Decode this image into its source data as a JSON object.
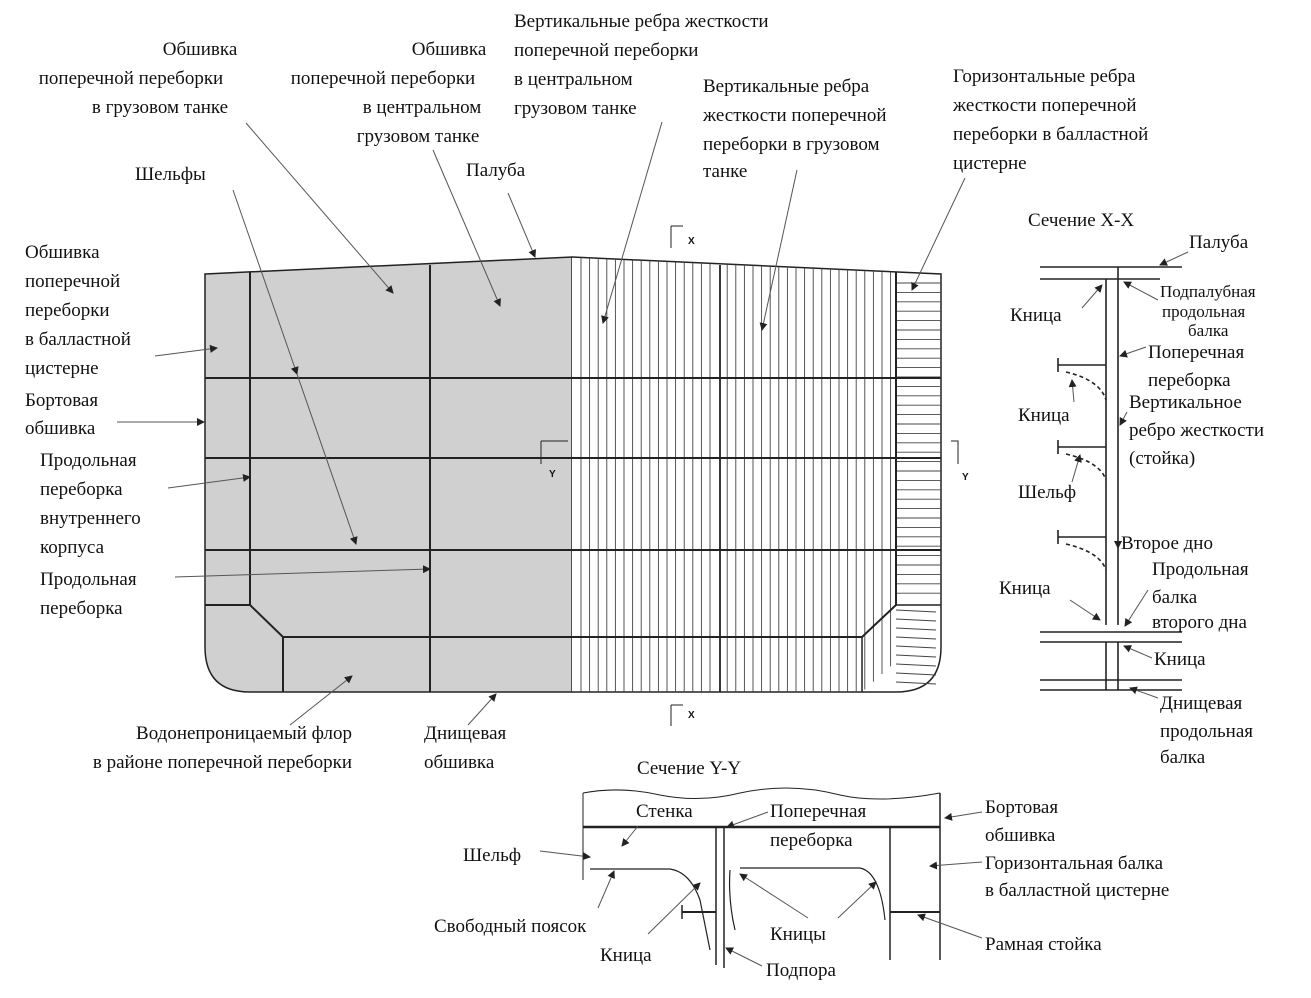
{
  "main_view": {
    "labels": {
      "plating_cargo_tank": [
        "Обшивка",
        "поперечной переборки",
        "в грузовом танке"
      ],
      "plating_center_tank": [
        "Обшивка",
        "поперечной переборки",
        "в центральном",
        "грузовом танке"
      ],
      "vert_stiff_center": [
        "Вертикальные ребра жесткости",
        "поперечной переборки",
        "в центральном",
        "грузовом танке"
      ],
      "vert_stiff_cargo": [
        "Вертикальные ребра",
        "жесткости поперечной",
        "переборки в грузовом",
        "танке"
      ],
      "horiz_stiff_ballast": [
        "Горизонтальные ребра",
        "жесткости поперечной",
        "переборки в балластной",
        "цистерне"
      ],
      "shelves": [
        "Шельфы"
      ],
      "deck": [
        "Палуба"
      ],
      "plating_ballast": [
        "Обшивка",
        "поперечной",
        "переборки",
        "в балластной",
        "цистерне"
      ],
      "side_shell": [
        "Бортовая",
        "обшивка"
      ],
      "inner_long_bhd": [
        "Продольная",
        "переборка",
        "внутреннего",
        "корпуса"
      ],
      "long_bhd": [
        "Продольная",
        "переборка"
      ],
      "floor": [
        "Водонепроницаемый флор",
        "в районе поперечной переборки"
      ],
      "bottom_shell": [
        "Днищевая",
        "обшивка"
      ]
    },
    "section_marks": {
      "x": "X",
      "y": "Y"
    }
  },
  "section_xx": {
    "title": "Сечение X-X",
    "labels": {
      "deck": [
        "Палуба"
      ],
      "bracket_1": [
        "Кница"
      ],
      "deck_long": [
        "Подпалубная",
        "продольная",
        "балка"
      ],
      "trans_bhd": [
        "Поперечная",
        "переборка"
      ],
      "bracket_2": [
        "Кница"
      ],
      "vert_stiff": [
        "Вертикальное",
        "ребро жесткости",
        "(стойка)"
      ],
      "shelf": [
        "Шельф"
      ],
      "inner_bottom": [
        "Второе дно"
      ],
      "bracket_3": [
        "Кница"
      ],
      "ib_long": [
        "Продольная",
        "балка",
        "второго дна"
      ],
      "bracket_4": [
        "Кница"
      ],
      "bottom_long": [
        "Днищевая",
        "продольная",
        "балка"
      ]
    }
  },
  "section_yy": {
    "title": "Сечение Y-Y",
    "labels": {
      "web": [
        "Стенка"
      ],
      "trans_bhd": [
        "Поперечная",
        "переборка"
      ],
      "side_shell": [
        "Бортовая",
        "обшивка"
      ],
      "shelf": [
        "Шельф"
      ],
      "girder": [
        "Горизонтальная балка",
        "в балластной цистерне"
      ],
      "face_plate": [
        "Свободный поясок"
      ],
      "brackets": [
        "Кницы"
      ],
      "bracket": [
        "Кница"
      ],
      "web_frame": [
        "Рамная стойка"
      ],
      "strut": [
        "Подпора"
      ]
    }
  },
  "colors": {
    "plating_fill": "#d0d0d0",
    "line": "#222222"
  }
}
